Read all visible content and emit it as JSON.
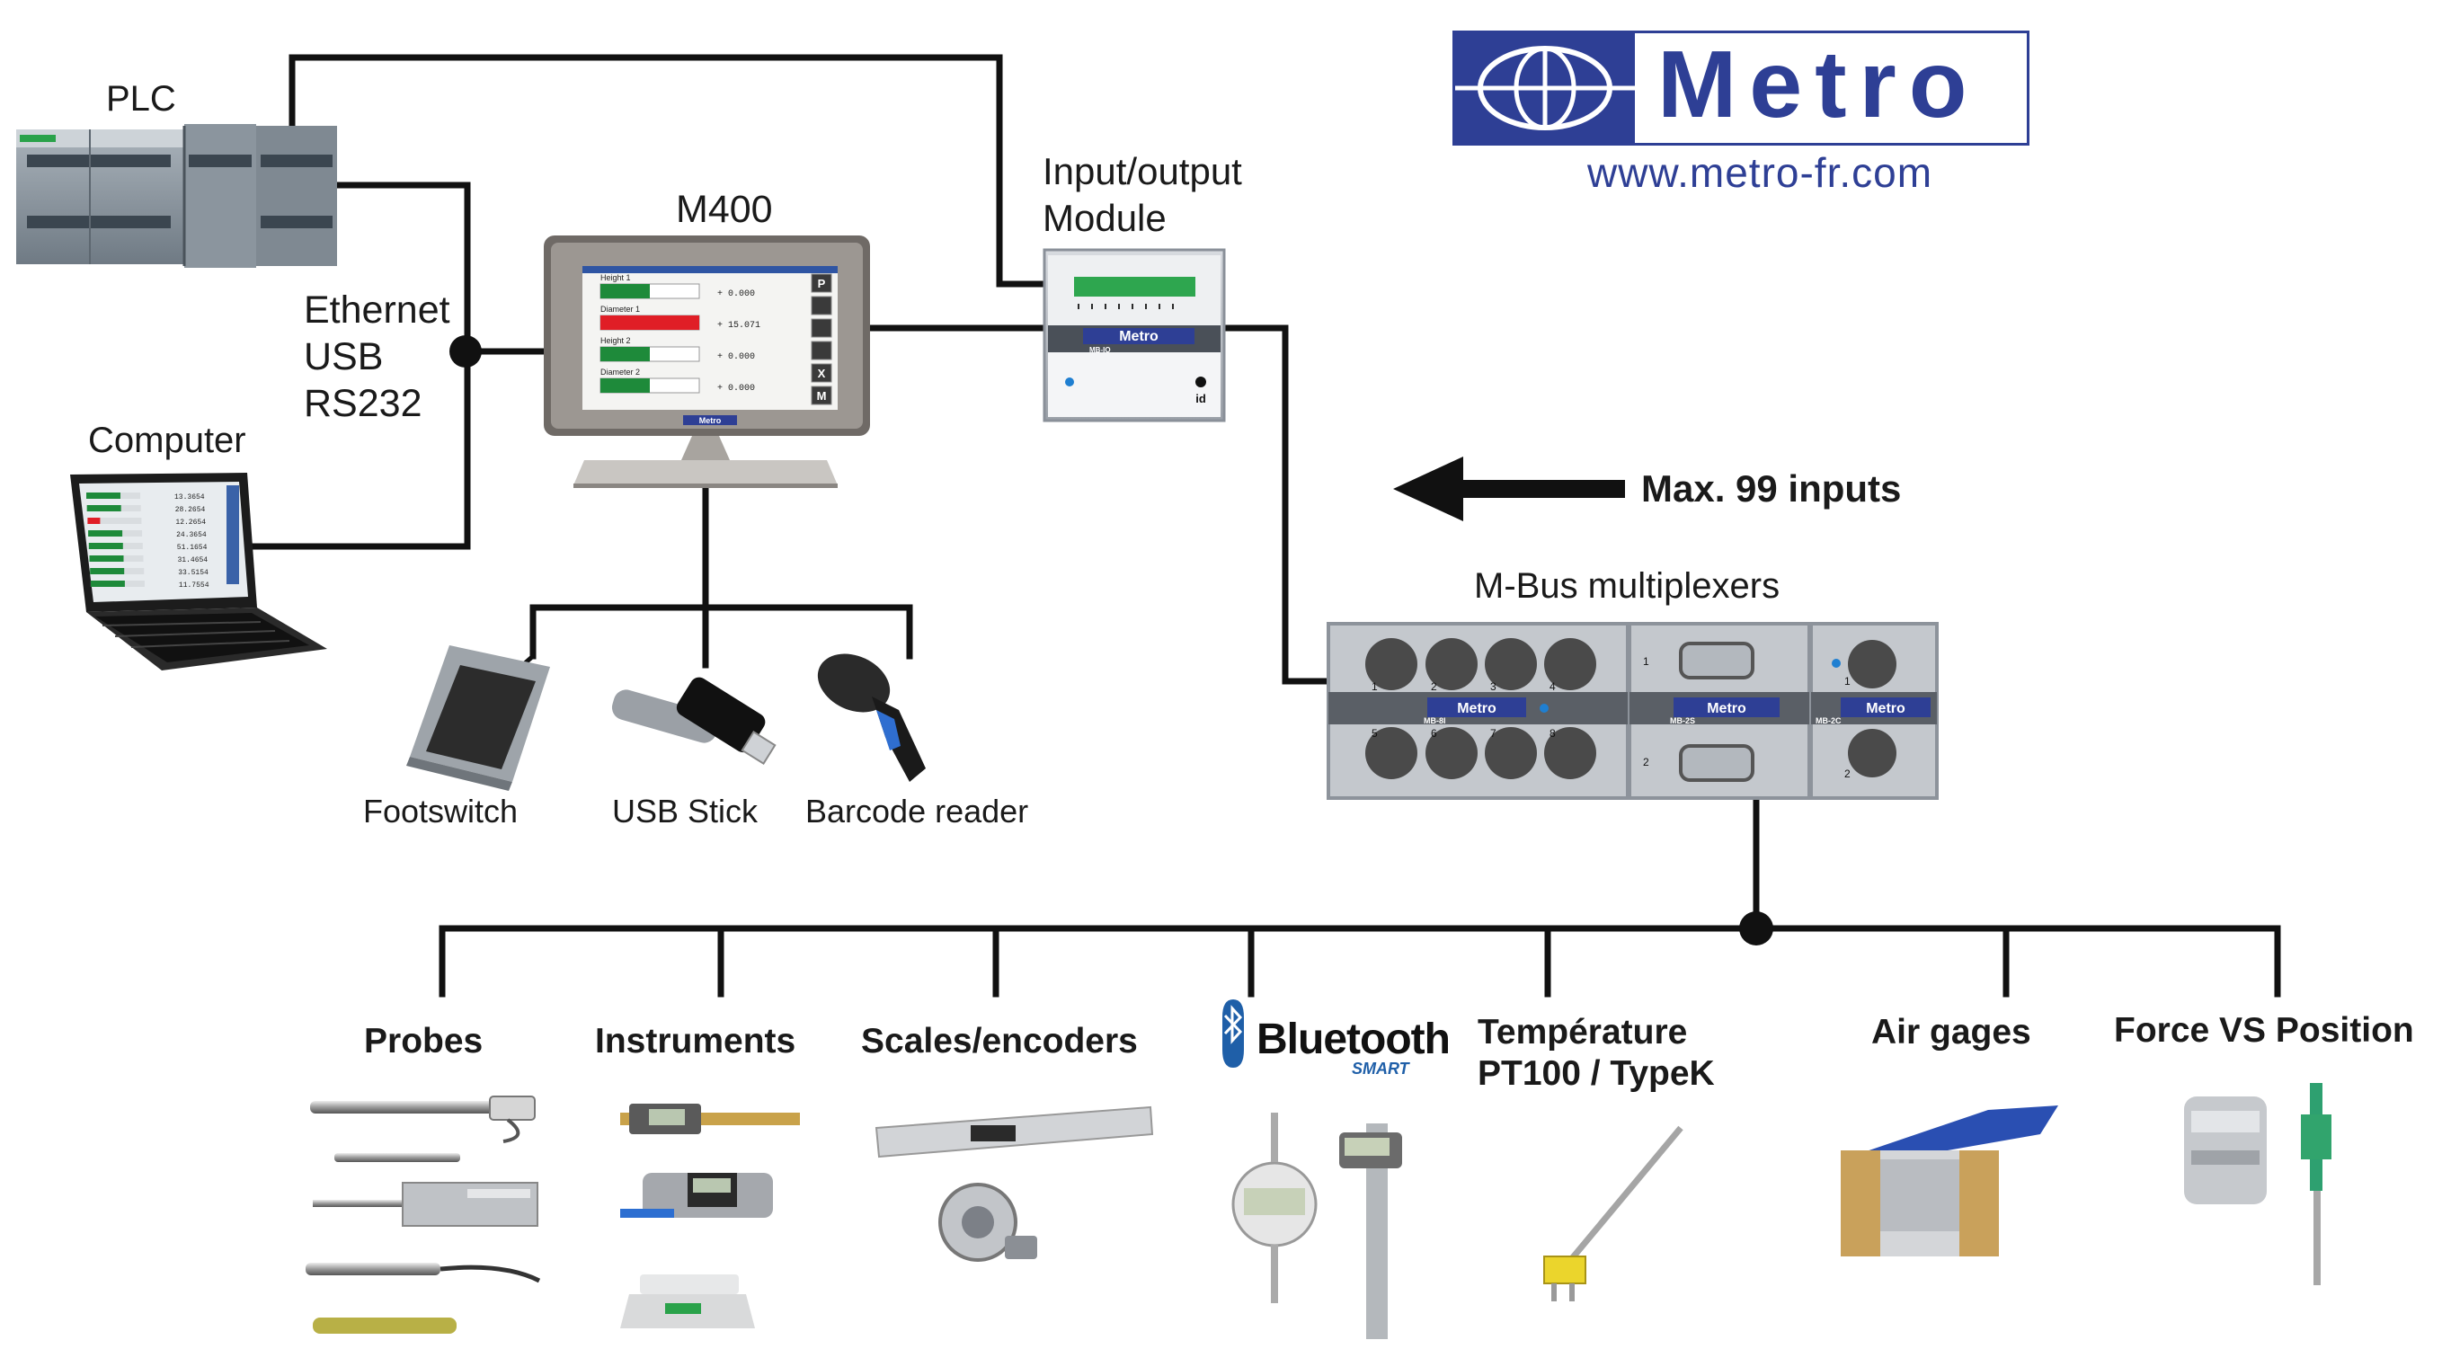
{
  "logo": {
    "brand": "Metro",
    "url": "www.metro-fr.com",
    "brand_color": "#2e3f95"
  },
  "labels": {
    "plc": "PLC",
    "computer": "Computer",
    "ethernet": "Ethernet",
    "usb": "USB",
    "rs232": "RS232",
    "m400": "M400",
    "io_module": [
      "Input/output",
      "Module"
    ],
    "max_inputs": "Max. 99 inputs",
    "mbus": "M-Bus multiplexers",
    "footswitch": "Footswitch",
    "usb_stick": "USB Stick",
    "barcode": "Barcode reader"
  },
  "categories": [
    {
      "id": "probes",
      "label": [
        "Probes"
      ]
    },
    {
      "id": "instruments",
      "label": [
        "Instruments"
      ]
    },
    {
      "id": "scales",
      "label": [
        "Scales/encoders"
      ]
    },
    {
      "id": "bluetooth",
      "label": [
        "Bluetooth"
      ],
      "sub": "SMART"
    },
    {
      "id": "temperature",
      "label": [
        "Température",
        "PT100 / TypeK"
      ]
    },
    {
      "id": "airgages",
      "label": [
        "Air gages"
      ]
    },
    {
      "id": "force",
      "label": [
        "Force VS Position"
      ]
    }
  ],
  "m400_screen": {
    "rows": [
      {
        "label": "Height 1",
        "value": "+ 0.000",
        "status": "ok"
      },
      {
        "label": "Diameter 1",
        "value": "+ 15.071",
        "status": "fail"
      },
      {
        "label": "Height 2",
        "value": "+ 0.000",
        "status": "ok"
      },
      {
        "label": "Diameter 2",
        "value": "+ 0.000",
        "status": "ok"
      }
    ],
    "side_buttons": [
      "P",
      "",
      "",
      "",
      "X",
      "M"
    ],
    "footer_brand": "Metro"
  },
  "laptop_screen": {
    "values": [
      "13.3654",
      "28.2654",
      "12.2654",
      "24.3654",
      "51.1654",
      "31.4654",
      "33.5154",
      "11.7554"
    ]
  },
  "io_module": {
    "badge": "Metro",
    "model": "MB-IO",
    "id_label": "id"
  },
  "multiplexers": [
    {
      "model": "MB-8I",
      "badge": "Metro",
      "numbers": [
        "1",
        "2",
        "3",
        "4",
        "5",
        "6",
        "7",
        "8"
      ]
    },
    {
      "model": "MB-2S",
      "badge": "Metro",
      "numbers": [
        "1",
        "2"
      ]
    },
    {
      "model": "MB-2C",
      "badge": "Metro",
      "numbers": [
        "1",
        "2"
      ]
    }
  ],
  "colors": {
    "line": "#111111",
    "screen_ok": "#1e8a3a",
    "screen_fail": "#e01e26",
    "device_panel": "#b7bcc4",
    "bluetooth_blue": "#1f5fa8"
  }
}
